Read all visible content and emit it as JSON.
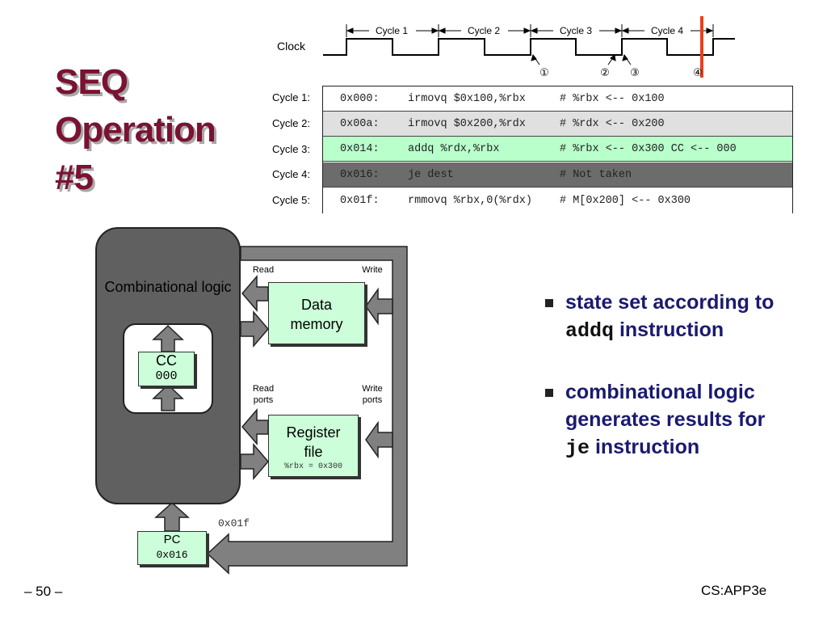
{
  "title": {
    "line1": "SEQ",
    "line2": "Operation",
    "line3": "#5"
  },
  "clock": {
    "label": "Clock",
    "cycles": [
      "Cycle 1",
      "Cycle 2",
      "Cycle 3",
      "Cycle 4"
    ],
    "markers": [
      "①",
      "②",
      "③",
      "④"
    ]
  },
  "instructions": {
    "rows": [
      {
        "cycle": "Cycle 1:",
        "addr": "0x000:",
        "instr": "irmovq $0x100,%rbx",
        "comment": "# %rbx <-- 0x100",
        "bg": "#ffffff"
      },
      {
        "cycle": "Cycle 2:",
        "addr": "0x00a:",
        "instr": "irmovq $0x200,%rdx",
        "comment": "# %rdx <-- 0x200",
        "bg": "#e0e0e0"
      },
      {
        "cycle": "Cycle 3:",
        "addr": "0x014:",
        "instr": "addq %rdx,%rbx",
        "comment": "# %rbx <-- 0x300 CC <-- 000",
        "bg": "#b8ffcc"
      },
      {
        "cycle": "Cycle 4:",
        "addr": "0x016:",
        "instr": "je dest",
        "comment": "# Not taken",
        "bg": "#6c6c6c"
      },
      {
        "cycle": "Cycle 5:",
        "addr": "0x01f:",
        "instr": "rmmovq %rbx,0(%rdx)",
        "comment": "# M[0x200] <-- 0x300",
        "bg": "#ffffff"
      }
    ]
  },
  "diagram": {
    "comb_logic": "Combinational logic",
    "cc": {
      "label": "CC",
      "value": "000"
    },
    "data_memory": "Data memory",
    "register_file": {
      "label": "Register file",
      "value": "%rbx = 0x300"
    },
    "pc": {
      "label": "PC",
      "value": "0x016"
    },
    "next_pc": "0x01f",
    "mem_read": "Read",
    "mem_write": "Write",
    "reg_read": "Read ports",
    "reg_write": "Write ports"
  },
  "bullets": [
    {
      "pre": "state set according to ",
      "code": "addq",
      "post": " instruction"
    },
    {
      "pre": "combinational logic generates results for ",
      "code": "je",
      "post": " instruction"
    }
  ],
  "footer": {
    "page": "– 50 –",
    "course": "CS:APP3e"
  },
  "colors": {
    "title": "#7a1232",
    "bullet_text": "#1a1a70",
    "box_green": "#ccffd9",
    "marker_red": "#e8401c"
  }
}
